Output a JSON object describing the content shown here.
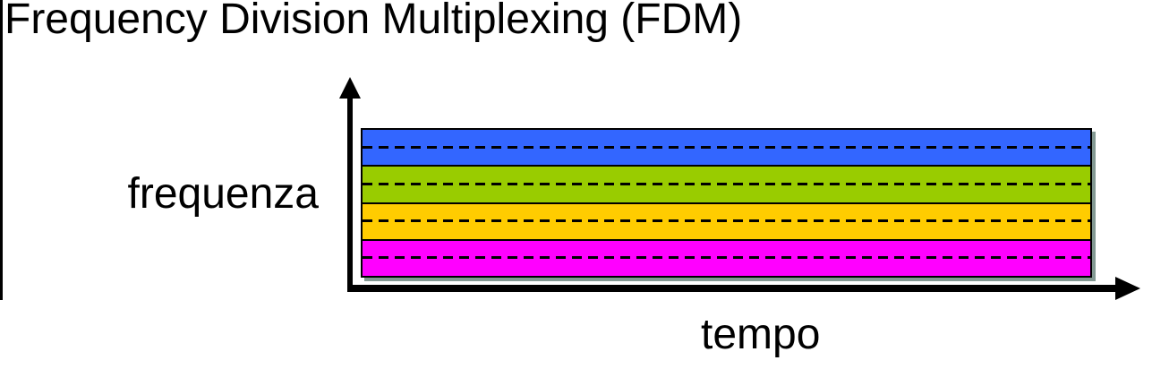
{
  "title": "Frequency Division Multiplexing (FDM)",
  "axes": {
    "y_label": "frequenza",
    "x_label": "tempo"
  },
  "diagram": {
    "type": "fdm-frequency-bands",
    "description": "Four stacked frequency channel bands spanning the full time axis, each with a dashed black center line",
    "bands": [
      {
        "name": "channel-1",
        "color": "#3366FF"
      },
      {
        "name": "channel-2",
        "color": "#99CC00"
      },
      {
        "name": "channel-3",
        "color": "#FFCC00"
      },
      {
        "name": "channel-4",
        "color": "#FF00FF"
      }
    ],
    "band_center_line": {
      "style": "dashed",
      "color": "#000000"
    },
    "outline_color": "#000000",
    "axis_color": "#000000",
    "background_color": "#FFFFFF"
  }
}
